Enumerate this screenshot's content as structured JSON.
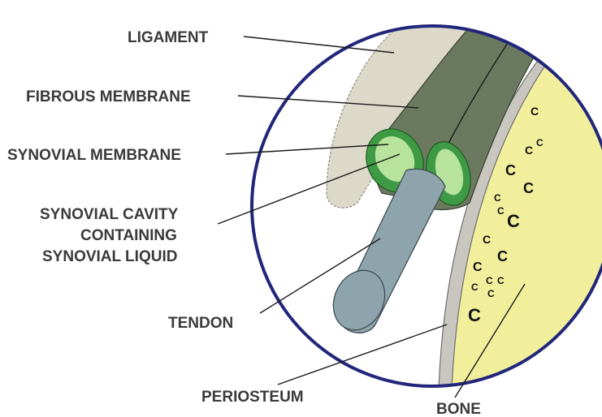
{
  "labels": {
    "ligament": "LIGAMENT",
    "fibrous_membrane": "FIBROUS MEMBRANE",
    "synovial_membrane": "SYNOVIAL MEMBRANE",
    "synovial_cavity": [
      "SYNOVIAL CAVITY",
      "CONTAINING",
      "SYNOVIAL LIQUID"
    ],
    "tendon": "TENDON",
    "periosteum": "PERIOSTEUM",
    "bone": "BONE"
  },
  "colors": {
    "circle_border": "#22267a",
    "ligament": "#dcd9c9",
    "fibrous_membrane": "#6b7a5f",
    "synovial_membrane": "#3f9a45",
    "synovial_cavity": "#b7e39c",
    "tendon": "#8ea4ad",
    "periosteum": "#c9c6c0",
    "bone": "#f1ef9c",
    "label_text": "#3a3a3a"
  }
}
